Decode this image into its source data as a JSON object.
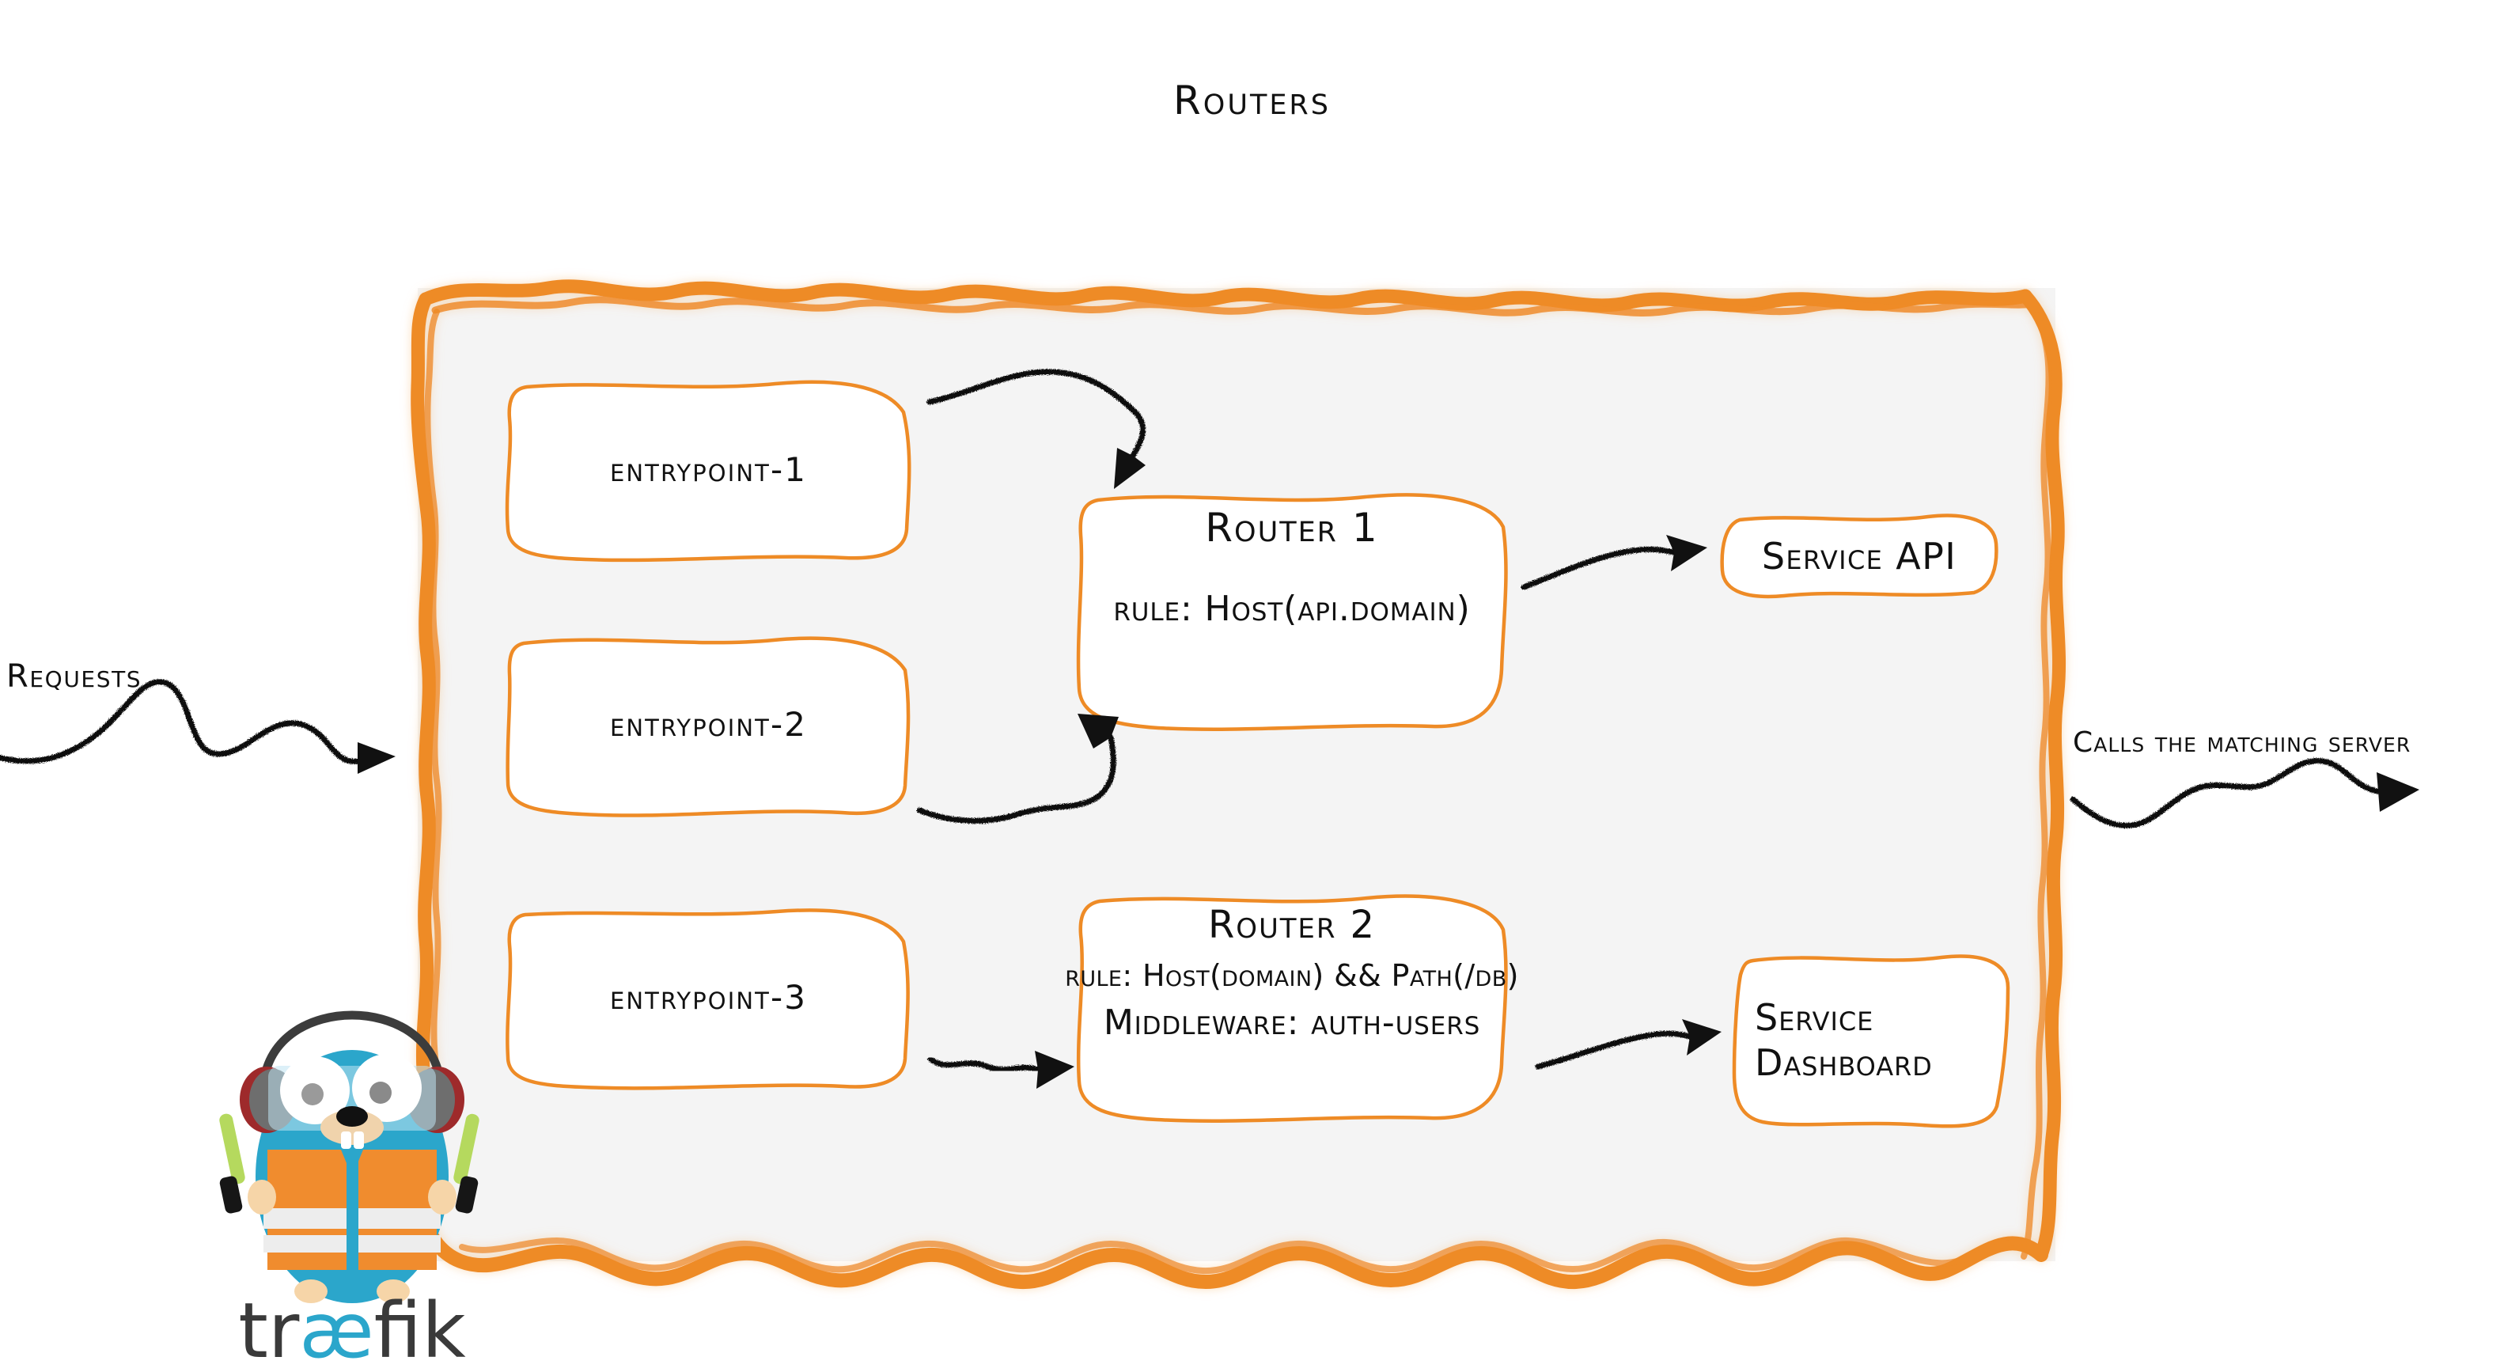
{
  "title": "Routers",
  "colors": {
    "accent_orange": "#EE8B26",
    "container_fill": "#F4F4F4",
    "box_fill": "#FFFFFF",
    "ink": "#111111",
    "traefik_blue": "#2BA6CB",
    "traefik_orange": "#F08C2E",
    "traefik_green": "#B5D95E",
    "traefik_dark": "#4A4A4A",
    "traefik_red": "#9E2A2B",
    "traefik_skin": "#F6D5A8",
    "wordmark_dark": "#3A3A3A"
  },
  "side_labels": {
    "requests": "Requests",
    "calls": "Calls the matching server"
  },
  "entrypoints": [
    {
      "id": "entrypoint-1",
      "label": "entrypoint-1"
    },
    {
      "id": "entrypoint-2",
      "label": "entrypoint-2"
    },
    {
      "id": "entrypoint-3",
      "label": "entrypoint-3"
    }
  ],
  "routers": [
    {
      "id": "router-1",
      "title": "Router 1",
      "rule": "rule: Host(api.domain)"
    },
    {
      "id": "router-2",
      "title": "Router 2",
      "rule": "rule: Host(domain) && Path(/db)",
      "middleware": "Middleware: auth-users"
    }
  ],
  "services": [
    {
      "id": "service-api",
      "label": "Service API"
    },
    {
      "id": "service-dashboard",
      "line1": "Service",
      "line2": "Dashboard"
    }
  ],
  "logo": {
    "wordmark": "træfik",
    "mascot": "gopher-mascot-with-headphones-and-safety-vest"
  }
}
